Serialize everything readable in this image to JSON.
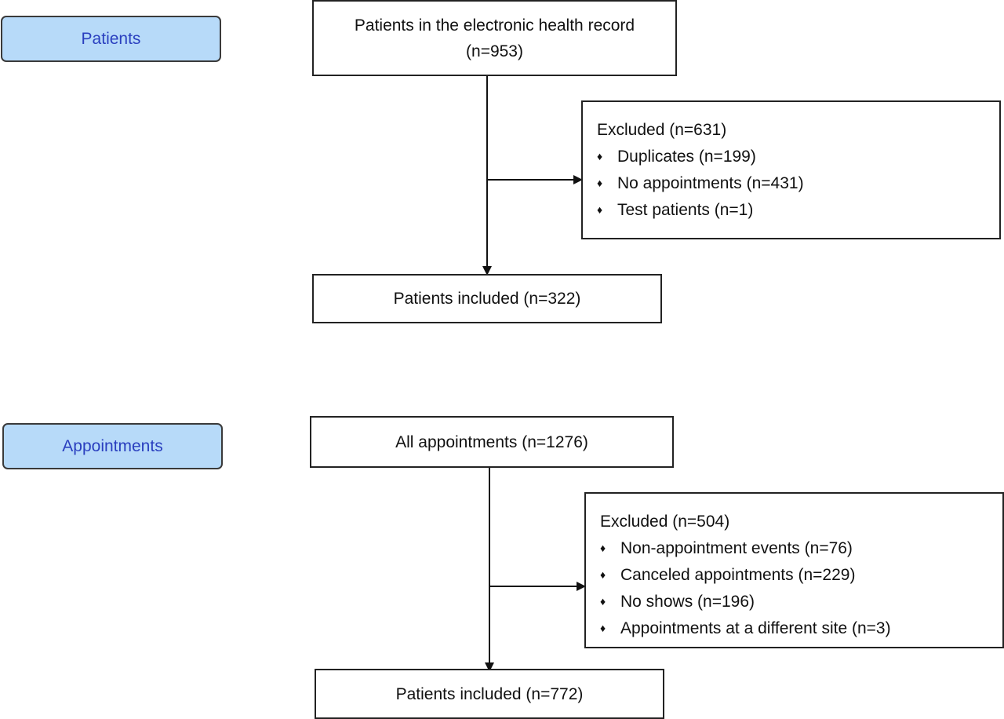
{
  "patients_section": {
    "stage_label": "Patients",
    "start_box": {
      "line1": "Patients in the electronic health record",
      "line2": "(n=953)"
    },
    "excluded_box": {
      "heading": "Excluded (n=631)",
      "items": [
        "Duplicates (n=199)",
        "No appointments (n=431)",
        "Test patients (n=1)"
      ]
    },
    "included_box": {
      "text": "Patients included (n=322)"
    }
  },
  "appointments_section": {
    "stage_label": "Appointments",
    "start_box": {
      "text": "All appointments (n=1276)"
    },
    "excluded_box": {
      "heading": "Excluded (n=504)",
      "items": [
        "Non-appointment events (n=76)",
        "Canceled appointments (n=229)",
        "No shows (n=196)",
        "Appointments at a different site (n=3)"
      ]
    },
    "included_box": {
      "text": "Patients included (n=772)"
    }
  },
  "bullet_glyph": "♦",
  "colors": {
    "stage_fill": "#b7daf9",
    "stage_text": "#2a3fbf",
    "border": "#222222"
  }
}
